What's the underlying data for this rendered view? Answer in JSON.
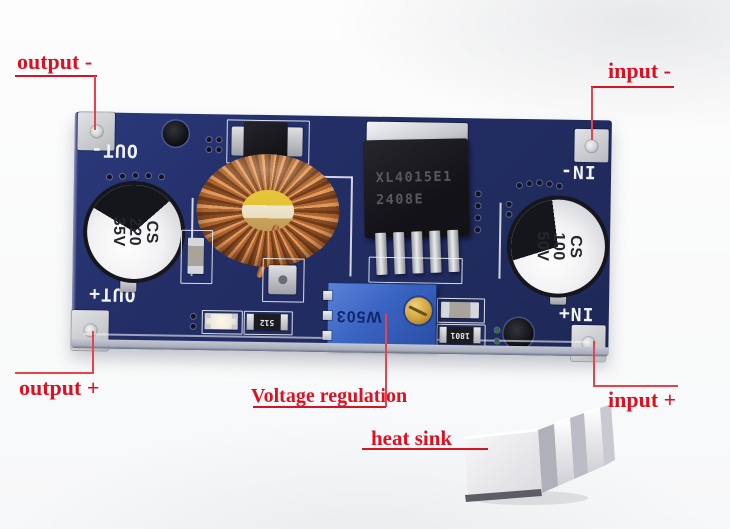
{
  "annotations": {
    "output_minus": {
      "label": "output -"
    },
    "input_minus": {
      "label": "input -"
    },
    "output_plus": {
      "label": "output +"
    },
    "input_plus": {
      "label": "input +"
    },
    "voltage_regulation": {
      "label": "Voltage regulation"
    },
    "heat_sink": {
      "label": "heat sink"
    }
  },
  "board": {
    "silkscreen": {
      "out_minus": "OUT-",
      "out_plus": "OUT+",
      "in_minus": "IN-",
      "in_plus": "IN+"
    },
    "ic": {
      "line1": "XL4015E1",
      "line2": "2408E"
    },
    "capacitor_left": {
      "brand": "CS",
      "value": "220",
      "voltage": "35V"
    },
    "capacitor_right": {
      "brand": "CS",
      "value": "100",
      "voltage": "50V"
    },
    "trimmer": {
      "label": "W503"
    },
    "smd_resistor_1": {
      "label": "512"
    },
    "smd_resistor_2": {
      "label": "1801"
    }
  },
  "colors": {
    "annotation_red": "#dc1020",
    "pcb_blue": "#232e66",
    "trimmer_blue": "#3a64c2",
    "copper": "#b2662f",
    "core_yellow": "#e6c23a",
    "heatsink_silver": "#ededf0"
  }
}
